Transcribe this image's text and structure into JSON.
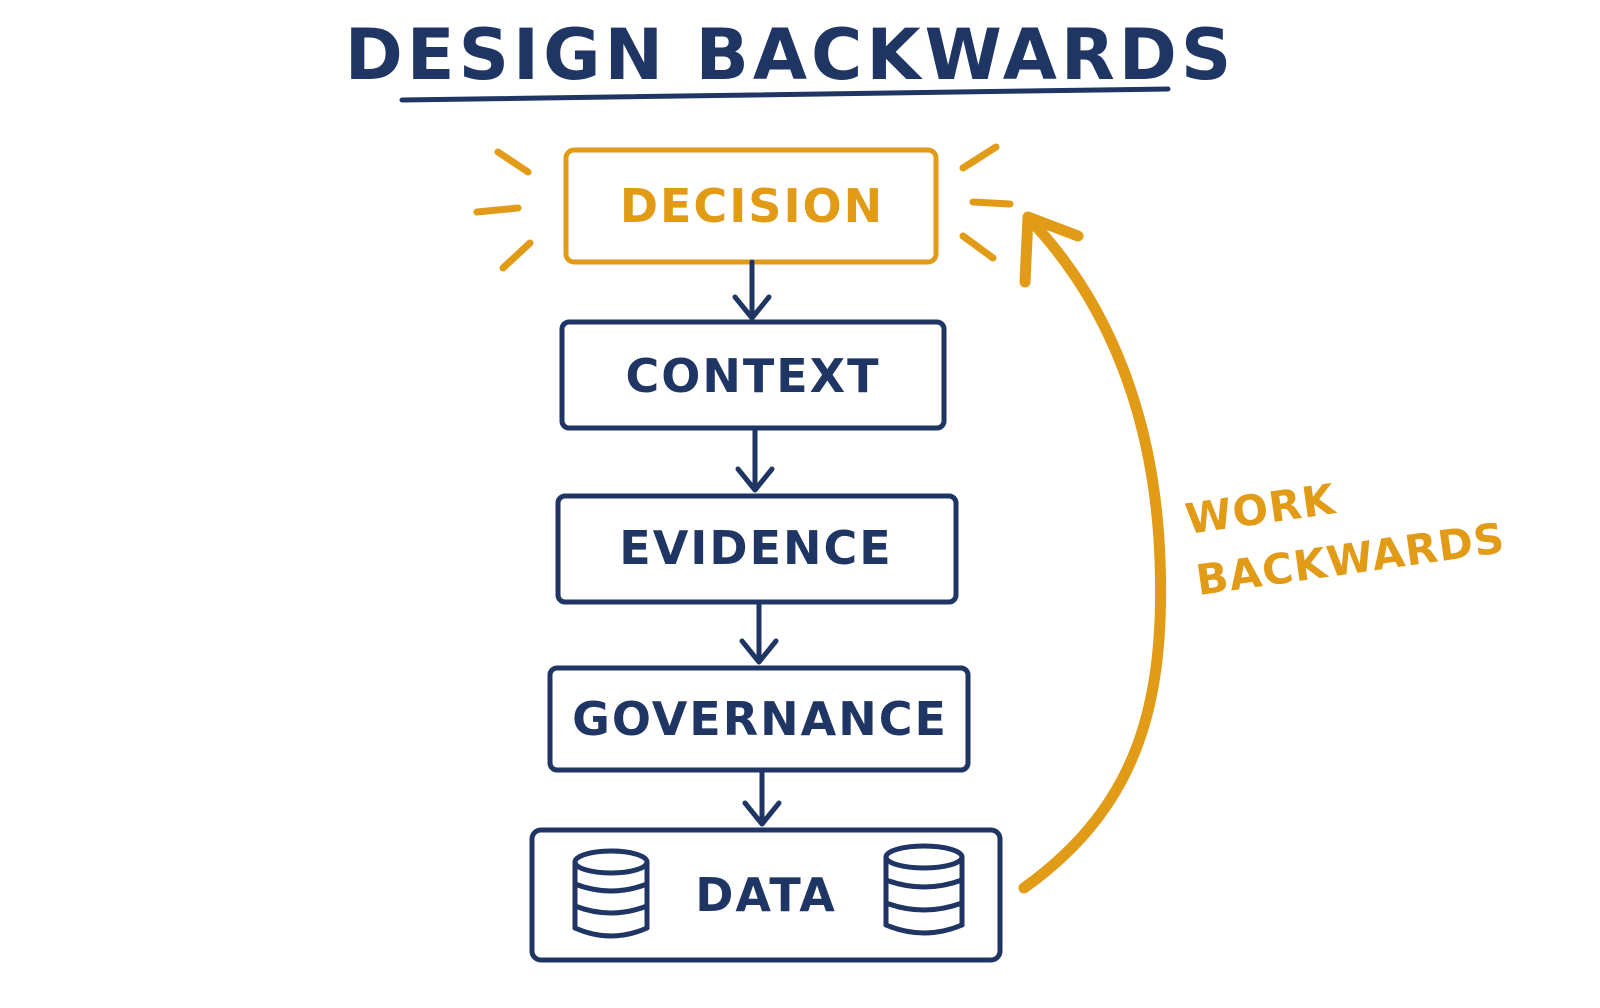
{
  "title": "DESIGN BACKWARDS",
  "steps": [
    {
      "label": "DECISION",
      "highlight": true
    },
    {
      "label": "CONTEXT",
      "highlight": false
    },
    {
      "label": "EVIDENCE",
      "highlight": false
    },
    {
      "label": "GOVERNANCE",
      "highlight": false
    },
    {
      "label": "DATA",
      "highlight": false
    }
  ],
  "side_annotation": {
    "line1": "WORK",
    "line2": "BACKWARDS"
  },
  "icons": {
    "data_left": "database-icon",
    "data_right": "database-icon",
    "decision_rays": "burst-icon"
  },
  "colors": {
    "navy": "#1f3563",
    "gold": "#e19b16",
    "background": "#ffffff"
  }
}
